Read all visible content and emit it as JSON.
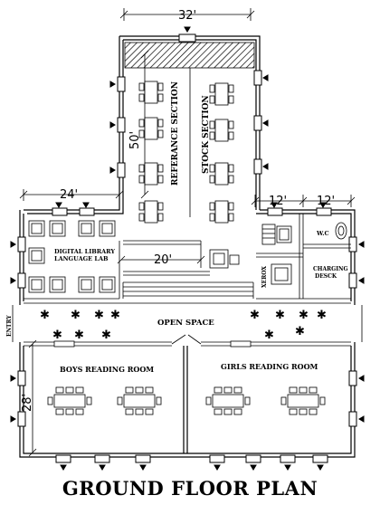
{
  "title": "GROUND FLOOR PLAN",
  "dimensions": {
    "top_width": "32'",
    "library_height": "50'",
    "left_width": "24'",
    "right_width_a": "12'",
    "right_width_b": "12'",
    "corridor_width": "20'",
    "reading_room_height": "28'"
  },
  "rooms": {
    "reference_section": "REFERANCE SECTION",
    "stock_section": "STOCK SECTION",
    "digital_library_line1": "DIGITAL LIBRARY",
    "digital_library_line2": "LANGUAGE LAB",
    "wc": "W.C",
    "xerox": "XEROX",
    "charging_line1": "CHARGING",
    "charging_line2": "DESCK",
    "entry": "ENTRY",
    "open_space": "OPEN SPACE",
    "boys_reading": "BOYS READING ROOM",
    "girls_reading": "GIRLS READING ROOM"
  }
}
